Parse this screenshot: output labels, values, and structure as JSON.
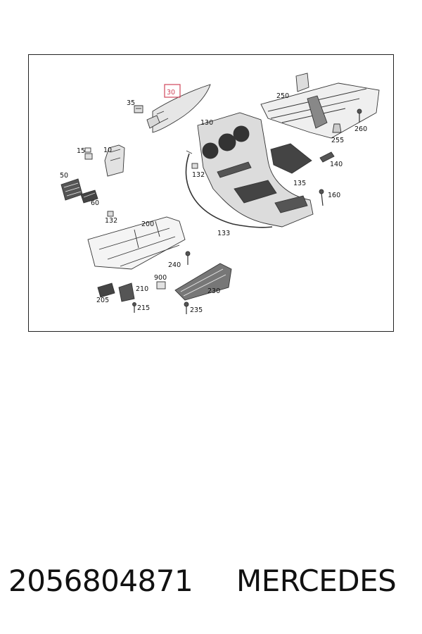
{
  "diagram": {
    "highlighted_callout": "30",
    "highlight_color": "#d0455a",
    "callouts": {
      "c10": "10",
      "c15": "15",
      "c30": "30",
      "c35": "35",
      "c50": "50",
      "c60": "60",
      "c130": "130",
      "c132a": "132",
      "c132b": "132",
      "c133": "133",
      "c135": "135",
      "c140": "140",
      "c160": "160",
      "c200": "200",
      "c205": "205",
      "c210": "210",
      "c215": "215",
      "c230": "230",
      "c235": "235",
      "c240": "240",
      "c250": "250",
      "c255": "255",
      "c260": "260",
      "c900": "900"
    }
  },
  "footer": {
    "part_number": "2056804871",
    "brand": "MERCEDES"
  }
}
